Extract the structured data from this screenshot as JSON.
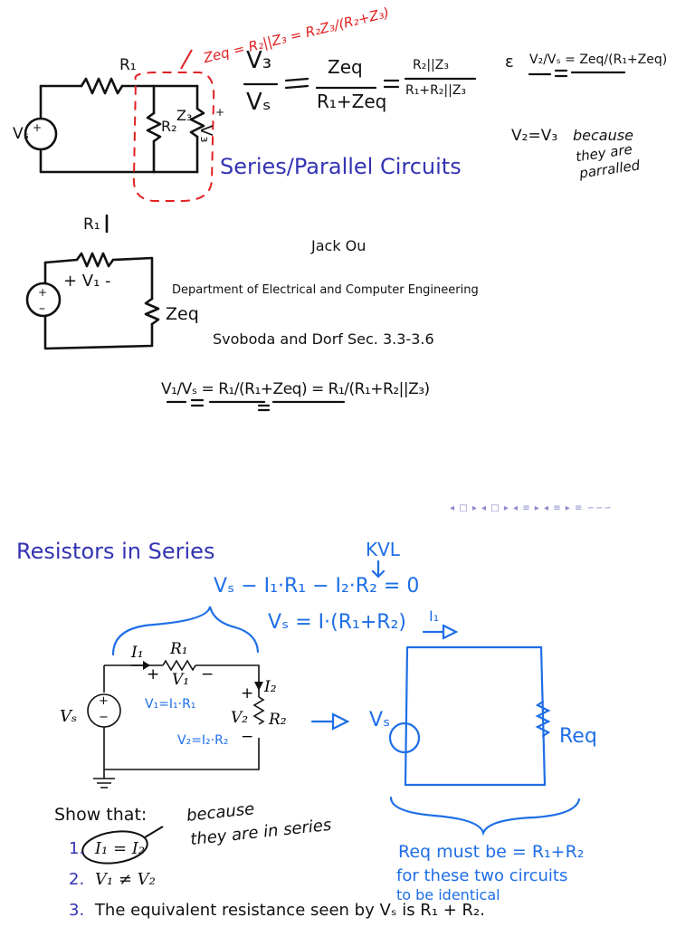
{
  "slide1": {
    "title": "Series/Parallel Circuits",
    "author": "Jack Ou",
    "department": "Department of Electrical and Computer Engineering",
    "reference": "Svoboda and Dorf Sec. 3.3-3.6",
    "ink": {
      "zeq_def": "Zeq = R₂||Z₃ = R₂Z₃/(R₂+Z₃)",
      "ratio_v3_num": "V₃",
      "ratio_v3_den": "Vₛ",
      "ratio_zeq_num": "Zeq",
      "ratio_zeq_den": "R₁+Zeq",
      "ratio_par_num": "R₂||Z₃",
      "ratio_par_den": "R₁+R₂||Z₃",
      "side_ratio": "V₂/Vₛ = Zeq/(R₁+Zeq)",
      "v2_eq_v3": "V₂=V₃",
      "because": "because",
      "they_are": "they are",
      "parallel": "parralled",
      "v1_ratio": "V₁/Vₛ = R₁/(R₁+Zeq) = R₁/(R₁+R₂||Z₃)",
      "r1_label": "R₁",
      "r2_label": "R₂",
      "z3_label": "Z₃",
      "vs_label": "Vₛ",
      "v3_label": "V₃",
      "zeq_label": "Zeq",
      "v1_label": "+ V₁ -"
    }
  },
  "slide2": {
    "title": "Resistors in Series",
    "show_that": "Show that:",
    "items": [
      {
        "num": "1.",
        "text": "I₁ = I₂"
      },
      {
        "num": "2.",
        "text": "V₁ ≠ V₂"
      },
      {
        "num": "3.",
        "text": "The equivalent resistance seen by Vₛ is R₁ + R₂."
      }
    ],
    "circuit": {
      "i1": "I₁",
      "r1": "R₁",
      "v1": "V₁",
      "i2": "I₂",
      "v2": "V₂",
      "r2": "R₂",
      "vs": "Vₛ",
      "plus": "+",
      "minus": "−"
    },
    "ink": {
      "kvl": "KVL",
      "kvl_eq": "Vₛ − I₁·R₁ − I₂·R₂ = 0",
      "sum_eq": "Vₛ = I·(R₁+R₂)",
      "v1_eq": "V₁=I₁·R₁",
      "v2_eq": "V₂=I₂·R₂",
      "because": "because",
      "they_are_in_series": "they are in series",
      "current": "I₁",
      "vs": "Vₛ",
      "req": "Req",
      "req_must": "Req must be = R₁+R₂",
      "for_these": "for these two circuits",
      "identical": "to be identical"
    }
  },
  "nav_symbols": "◂ □ ▸ ◂ □ ▸ ◂ ≡ ▸ ◂ ≡ ▸   ≡   ∽∽∽",
  "colors": {
    "beamer_blue": "#3333b3",
    "ink_blue": "#1e6ee6",
    "ink_red": "#e02020",
    "ink_black": "#111111"
  }
}
